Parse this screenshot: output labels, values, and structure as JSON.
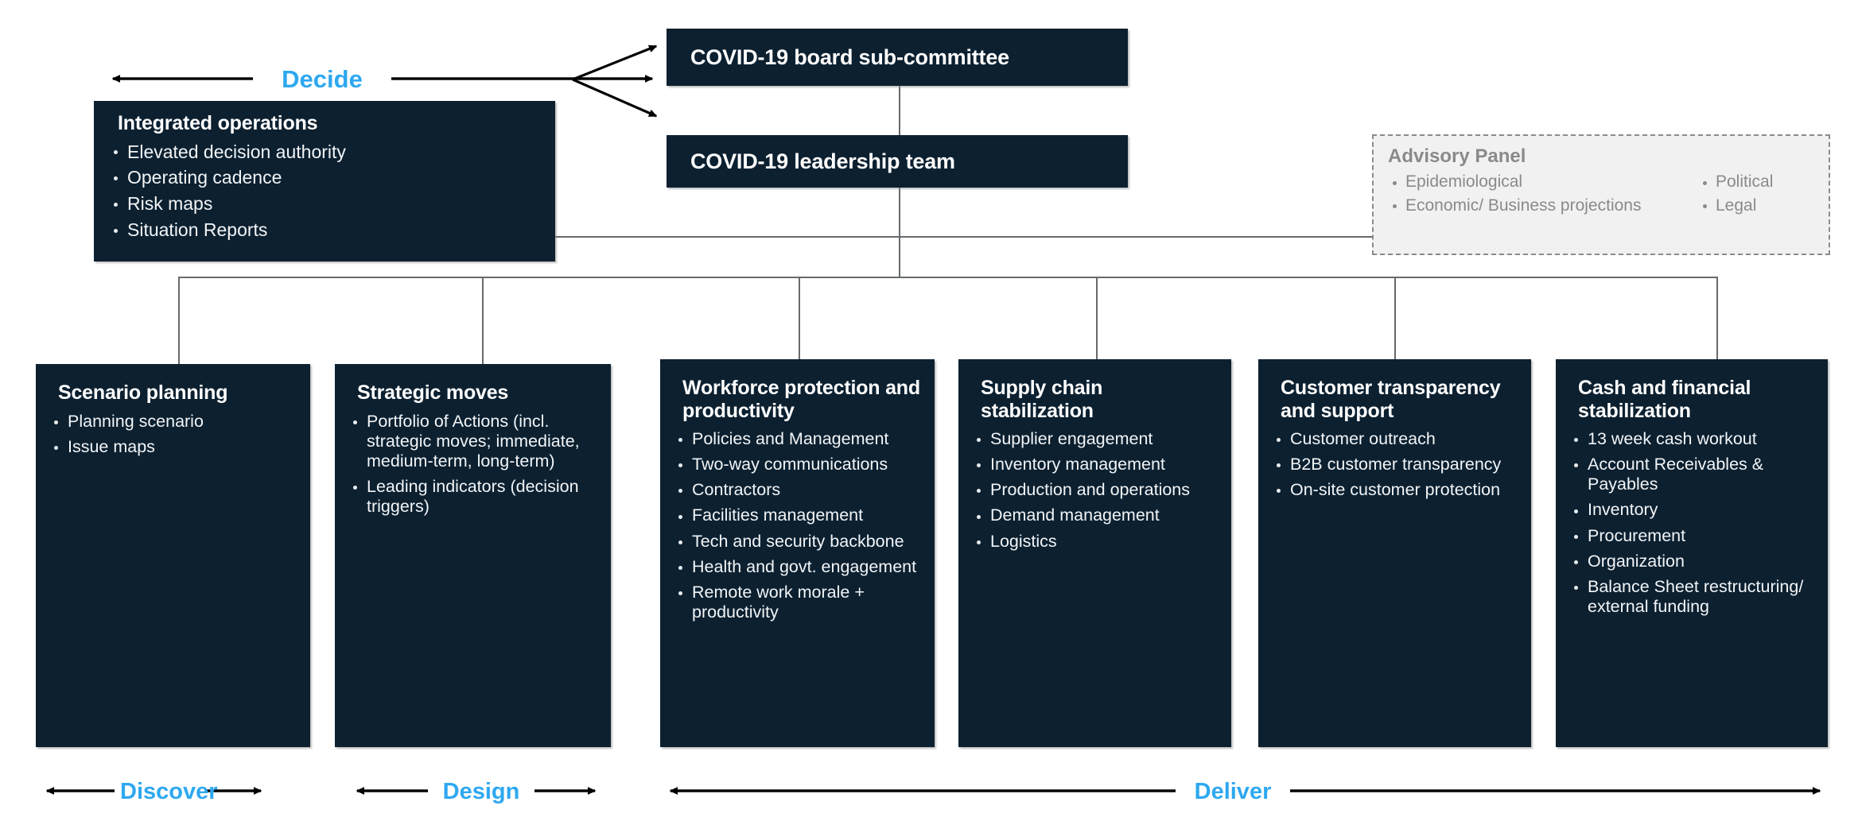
{
  "header": {
    "board_committee": "COVID-19 board sub-committee",
    "leadership_team": "COVID-19 leadership team"
  },
  "integrated_operations": {
    "title": "Integrated operations",
    "bullets": [
      "Elevated decision authority",
      "Operating cadence",
      "Risk maps",
      "Situation Reports"
    ]
  },
  "advisory_panel": {
    "title": "Advisory Panel",
    "left_items": [
      "Epidemiological",
      "Economic/ Business projections"
    ],
    "right_items": [
      "Political",
      "Legal"
    ]
  },
  "columns": [
    {
      "title": "Scenario planning",
      "bullets": [
        "Planning scenario",
        "Issue maps"
      ]
    },
    {
      "title": "Strategic moves",
      "bullets": [
        "Portfolio of Actions (incl. strategic moves; immediate, medium-term, long-term)",
        "Leading indicators (decision triggers)"
      ]
    },
    {
      "title": "Workforce protection and productivity",
      "bullets": [
        "Policies and Management",
        "Two-way communications",
        "Contractors",
        "Facilities management",
        "Tech and security backbone",
        "Health and govt. engagement",
        "Remote work morale + productivity"
      ]
    },
    {
      "title": "Supply chain stabilization",
      "bullets": [
        "Supplier engagement",
        "Inventory management",
        "Production and operations",
        "Demand management",
        "Logistics"
      ]
    },
    {
      "title": "Customer transparency and support",
      "bullets": [
        "Customer outreach",
        "B2B customer transparency",
        "On-site customer protection"
      ]
    },
    {
      "title": "Cash and financial stabilization",
      "bullets": [
        "13 week cash workout",
        "Account Receivables & Payables",
        "Inventory",
        "Procurement",
        "Organization",
        "Balance Sheet restructuring/ external funding"
      ]
    }
  ],
  "phases": {
    "decide": "Decide",
    "discover": "Discover",
    "design": "Design",
    "deliver": "Deliver"
  },
  "colors": {
    "box_fill": "#0c2030",
    "accent": "#2ea8f0",
    "panel_fill": "#f1f1f1",
    "panel_text": "#8a8a8a",
    "connector": "#666a6d"
  }
}
